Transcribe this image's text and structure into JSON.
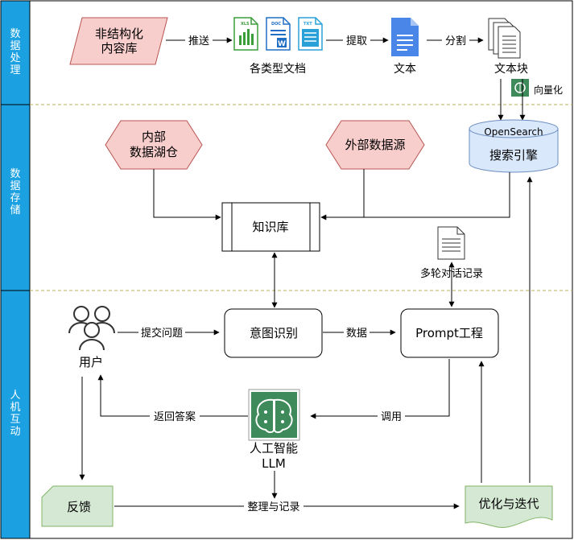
{
  "lanes": [
    {
      "label": "数\n据\n处\n理"
    },
    {
      "label": "数\n据\n存\n储"
    },
    {
      "label": "人\n机\n互\n动"
    }
  ],
  "nodes": {
    "unstructured": "非结构化\n内容库",
    "doc_types": "各类型文档",
    "doc_icons": [
      "XLS",
      "DOC",
      "TXT"
    ],
    "text": "文本",
    "chunks": "文本块",
    "vectorize": "向量化",
    "opensearch": "OpenSearch",
    "search_engine": "搜索引擎",
    "internal_lake": "内部\n数据湖仓",
    "external_source": "外部数据源",
    "kb": "知识库",
    "history": "多轮对话记录",
    "user": "用户",
    "intent": "意图识别",
    "prompt": "Prompt工程",
    "llm": "人工智能\nLLM",
    "feedback": "反馈",
    "optimize": "优化与迭代"
  },
  "edges": {
    "push": "推送",
    "extract": "提取",
    "split": "分割",
    "ask": "提交问题",
    "data": "数据",
    "call": "调用",
    "answer": "返回答案",
    "record": "整理与记录"
  },
  "colors": {
    "lane_bg": "#1ba1e2",
    "pink_fill": "#f8cecc",
    "pink_stroke": "#b85450",
    "green_fill": "#d5e8d4",
    "green_stroke": "#82b366",
    "db_fill": "#dae8fc",
    "db_stroke": "#6c8ebf",
    "llm_icon": "#3f8a5a"
  }
}
